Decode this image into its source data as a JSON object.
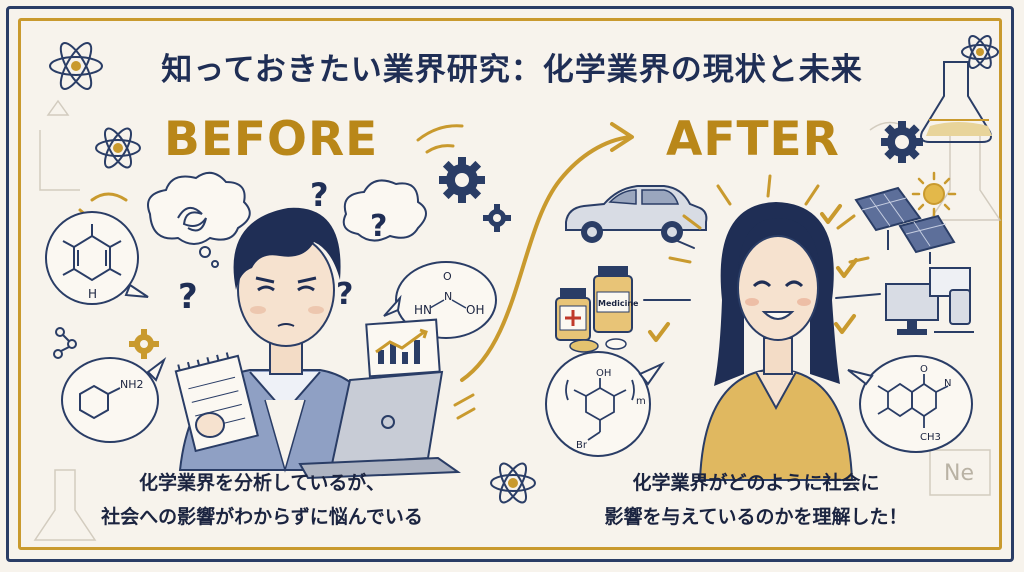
{
  "title": "知っておきたい業界研究：化学業界の現状と未来",
  "before": {
    "heading": "BEFORE",
    "caption_line1": "化学業界を分析しているが、",
    "caption_line2": "社会への影響がわからずに悩んでいる",
    "molecule_top_label": "H",
    "molecule_bottom_label": "NH2",
    "bubble_formula_left": "HN",
    "bubble_formula_top": "O",
    "bubble_formula_n": "N",
    "bubble_formula_right": "OH"
  },
  "after": {
    "heading": "AFTER",
    "caption_line1": "化学業界がどのように社会に",
    "caption_line2": "影響を与えているのかを理解した！",
    "medicine_label": "Medicine",
    "polymer_oh": "OH",
    "polymer_m": "m",
    "polymer_br": "Br",
    "quinox_o": "O",
    "quinox_n": "N",
    "quinox_ch3": "CH3"
  },
  "decor": {
    "element_symbol": "Ne"
  },
  "colors": {
    "navy": "#1f2e55",
    "gold": "#c99a2e",
    "paper": "#f7f3ec"
  }
}
